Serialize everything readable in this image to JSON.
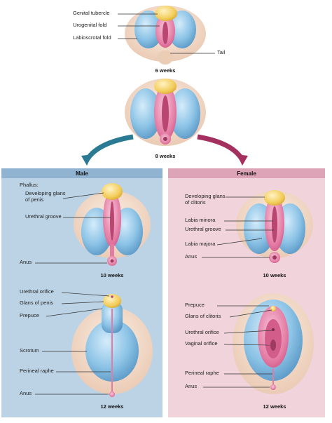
{
  "top": {
    "labels": {
      "genital_tubercle": "Genital tubercle",
      "urogenital_fold": "Urogenital fold",
      "labioscrotal_fold": "Labioscrotal fold",
      "tail": "Tail"
    },
    "stage_6": "6 weeks",
    "stage_8": "8 weeks"
  },
  "male": {
    "title": "Male",
    "phallus": "Phallus:",
    "glans_penis_developing": "Developing glans\nof penis",
    "urethral_groove": "Urethral groove",
    "anus_10": "Anus",
    "stage_10": "10 weeks",
    "urethral_orifice": "Urethral orifice",
    "glans_of_penis": "Glans of penis",
    "prepuce": "Prepuce",
    "scrotum": "Scrotum",
    "perineal_raphe": "Perineal raphe",
    "anus_12": "Anus",
    "stage_12": "12 weeks"
  },
  "female": {
    "title": "Female",
    "glans_clitoris_developing": "Developing glans\nof clitoris",
    "labia_minora": "Labia minora",
    "urethral_groove": "Urethral groove",
    "labia_majora": "Labia majora",
    "anus_10": "Anus",
    "stage_10": "10 weeks",
    "prepuce": "Prepuce",
    "glans_of_clitoris": "Glans of clitoris",
    "urethral_orifice": "Urethral orifice",
    "vaginal_orifice": "Vaginal orifice",
    "perineal_raphe": "Perineal raphe",
    "anus_12": "Anus",
    "stage_12": "12 weeks"
  },
  "colors": {
    "male_panel": "#bcd3e6",
    "female_panel": "#f1d3dc",
    "tubercle": "#f3cd5a",
    "fold_pink": "#e77fa8",
    "labioscrotal_blue": "#7fb7de",
    "skin": "#f2d9c6",
    "arrow_male": "#2a7a94",
    "arrow_female": "#a3305f"
  }
}
